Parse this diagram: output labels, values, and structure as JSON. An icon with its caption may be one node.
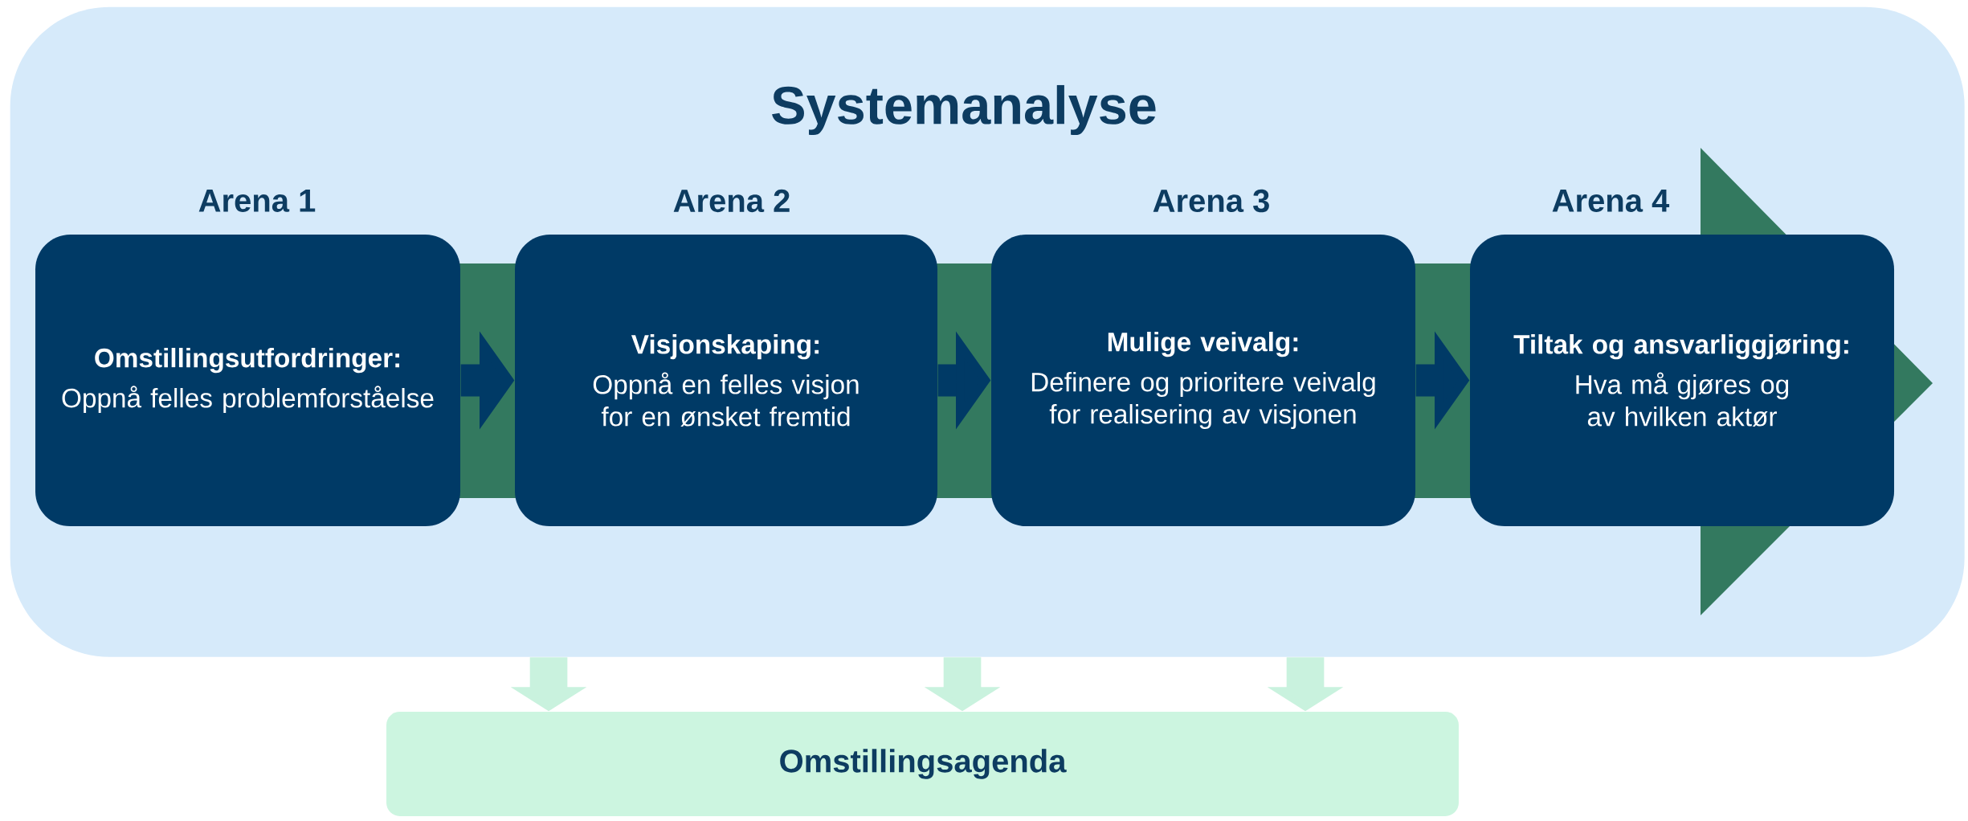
{
  "diagram": {
    "nodes": [
      {
        "text": [
          "Systemanalyse"
        ]
      },
      {
        "text": [
          "Omstillingsutfordringer:",
          "Oppnå felles problemforståelse"
        ],
        "beside": [
          "Arena 1"
        ],
        "in": 0
      },
      {
        "text": [
          "Visjonskaping:",
          "Oppnå en felles visjon for en ønsket fremtid"
        ],
        "beside": [
          "Arena 2"
        ],
        "in": 0
      },
      {
        "text": [
          "Mulige veivalg:",
          "Definere og prioritere veivalg for realisering av visjonen"
        ],
        "beside": [
          "Arena 3"
        ],
        "in": 0
      },
      {
        "text": [
          "Tiltak og ansvarliggjøring:",
          "Hva må gjøres og av hvilken aktør"
        ],
        "beside": [
          "Arena 4"
        ],
        "in": 0
      },
      {
        "text": [
          "Omstillingsagenda"
        ]
      }
    ],
    "edges": [
      {
        "from": 1,
        "to": 2,
        "arrow": "to"
      },
      {
        "from": 2,
        "to": 3,
        "arrow": "to"
      },
      {
        "from": 3,
        "to": 4,
        "arrow": "to"
      },
      {
        "from": 0,
        "to": 5,
        "arrow": "to",
        "color": "#c9f2de"
      },
      {
        "from": 0,
        "to": 5,
        "arrow": "to",
        "color": "#c9f2de"
      },
      {
        "from": 0,
        "to": 5,
        "arrow": "to",
        "color": "#c9f2de"
      }
    ]
  }
}
